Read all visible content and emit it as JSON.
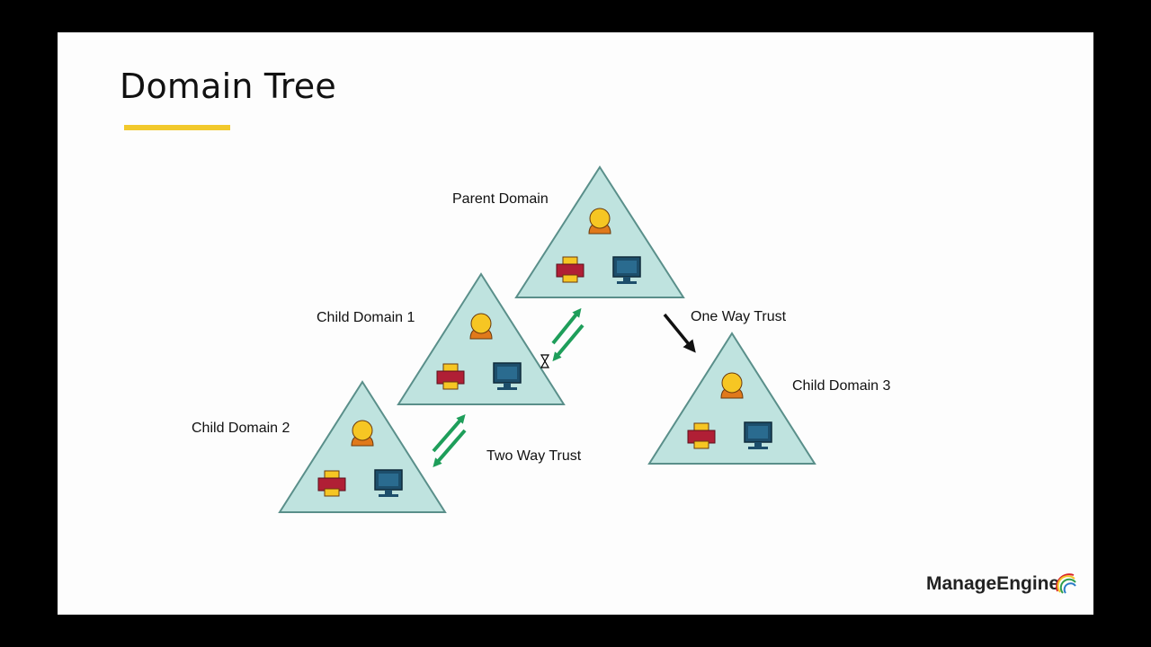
{
  "slide": {
    "title": "Domain Tree",
    "accent_color": "#f2c92c",
    "brand": "ManageEngine"
  },
  "domains": [
    {
      "id": "parent",
      "label": "Parent Domain",
      "icons": [
        "user-icon",
        "printer-icon",
        "computer-icon"
      ]
    },
    {
      "id": "child1",
      "label": "Child Domain 1",
      "icons": [
        "user-icon",
        "printer-icon",
        "computer-icon"
      ]
    },
    {
      "id": "child2",
      "label": "Child Domain 2",
      "icons": [
        "user-icon",
        "printer-icon",
        "computer-icon"
      ]
    },
    {
      "id": "child3",
      "label": "Child Domain 3",
      "icons": [
        "user-icon",
        "printer-icon",
        "computer-icon"
      ]
    }
  ],
  "trusts": {
    "two_way": {
      "label": "Two Way Trust",
      "color": "#1e9e5a"
    },
    "one_way": {
      "label": "One Way Trust",
      "color": "#111111"
    }
  },
  "colors": {
    "triangle_fill": "#bfe3df",
    "triangle_stroke": "#5a8f8a",
    "user_head": "#f6c623",
    "user_body": "#e0791b",
    "printer_body": "#b01f35",
    "printer_paper": "#f6c623",
    "computer_screen": "#1d4e6b"
  }
}
